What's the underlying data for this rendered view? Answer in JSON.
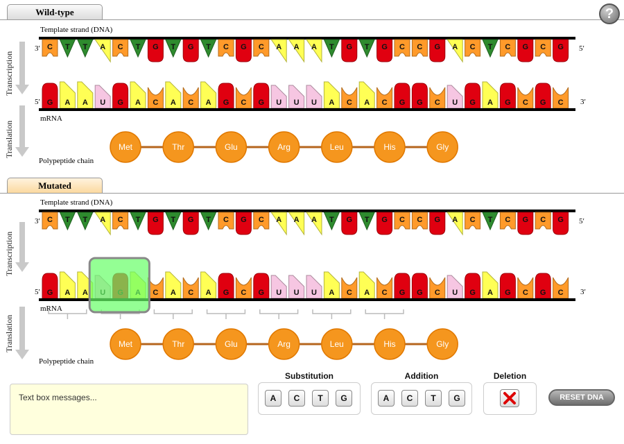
{
  "header": {
    "wildtype_tab": "Wild-type",
    "mutated_tab": "Mutated",
    "help_label": "?"
  },
  "labels": {
    "template": "Template strand (DNA)",
    "mrna": "mRNA",
    "polypeptide": "Polypeptide chain",
    "transcription": "Transcription",
    "translation": "Translation",
    "prime3": "3′",
    "prime5": "5′"
  },
  "wildtype": {
    "template": [
      "C",
      "T",
      "T",
      "A",
      "C",
      "T",
      "G",
      "T",
      "G",
      "T",
      "C",
      "G",
      "C",
      "A",
      "A",
      "A",
      "T",
      "G",
      "T",
      "G",
      "C",
      "C",
      "G",
      "A",
      "C",
      "T",
      "C",
      "G",
      "C",
      "G"
    ],
    "mrna": [
      "G",
      "A",
      "A",
      "U",
      "G",
      "A",
      "C",
      "A",
      "C",
      "A",
      "G",
      "C",
      "G",
      "U",
      "U",
      "U",
      "A",
      "C",
      "A",
      "C",
      "G",
      "G",
      "C",
      "U",
      "G",
      "A",
      "G",
      "C",
      "G",
      "C"
    ],
    "amino_acids": [
      "Met",
      "Thr",
      "Glu",
      "Arg",
      "Leu",
      "His",
      "Gly"
    ]
  },
  "mutated": {
    "template": [
      "C",
      "T",
      "T",
      "A",
      "C",
      "T",
      "G",
      "T",
      "G",
      "T",
      "C",
      "G",
      "C",
      "A",
      "A",
      "A",
      "T",
      "G",
      "T",
      "G",
      "C",
      "C",
      "G",
      "A",
      "C",
      "T",
      "C",
      "G",
      "C",
      "G"
    ],
    "mrna": [
      "G",
      "A",
      "A",
      "U",
      "G",
      "A",
      "C",
      "A",
      "C",
      "A",
      "G",
      "C",
      "G",
      "U",
      "U",
      "U",
      "A",
      "C",
      "A",
      "C",
      "G",
      "G",
      "C",
      "U",
      "G",
      "A",
      "G",
      "C",
      "G",
      "C"
    ],
    "amino_acids": [
      "Met",
      "Thr",
      "Glu",
      "Arg",
      "Leu",
      "His",
      "Gly"
    ],
    "selected_codon_start": 3
  },
  "colors": {
    "A": "#ffff55",
    "C": "#ff9a2a",
    "G": "#e00010",
    "T": "#2e8b2e",
    "U": "#f6c6e2",
    "amino": "#f5961e",
    "selection": "#66ff66"
  },
  "message": "Text box messages...",
  "controls": {
    "substitution_title": "Substitution",
    "addition_title": "Addition",
    "deletion_title": "Deletion",
    "substitution_buttons": [
      "A",
      "C",
      "T",
      "G"
    ],
    "addition_buttons": [
      "A",
      "C",
      "T",
      "G"
    ],
    "reset_label": "RESET DNA"
  }
}
